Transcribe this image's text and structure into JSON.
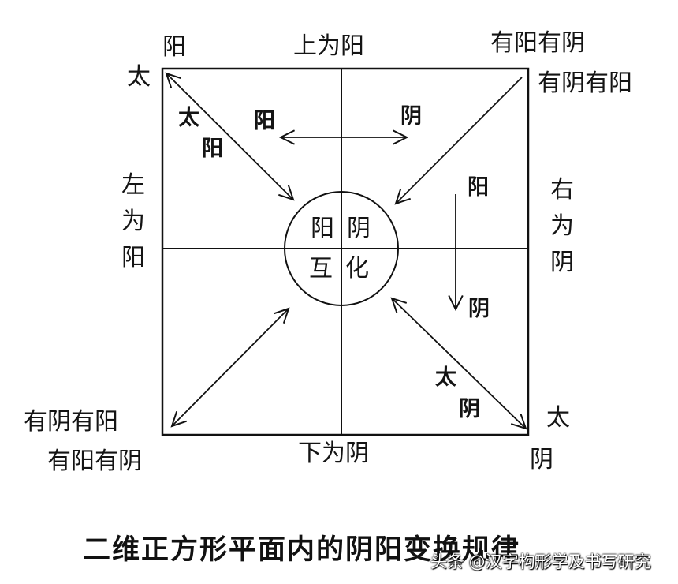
{
  "diagram": {
    "title": "二维正方形平面内的阴阳变换规律",
    "watermark": "头条 @汉字构形学及书写研究",
    "outside_labels": {
      "top": "上为阳",
      "bottom": "下为阴",
      "left": [
        "左",
        "为",
        "阳"
      ],
      "right": [
        "右",
        "为",
        "阴"
      ],
      "top_left_corner": [
        "阳",
        "太"
      ],
      "bottom_right_corner": [
        "太",
        "阴"
      ],
      "top_right_line1": "有阳有阴",
      "top_right_line2": "有阴有阳",
      "bottom_left_line1": "有阴有阳",
      "bottom_left_line2": "有阳有阴"
    },
    "inside_labels": {
      "horizontal_left": "阳",
      "horizontal_right": "阴",
      "vertical_top": "阳",
      "vertical_bottom": "阴",
      "diag_top_left": [
        "太",
        "阳"
      ],
      "diag_bottom_right": [
        "太",
        "阴"
      ]
    },
    "center_circle": {
      "top_left": "阳",
      "top_right": "阴",
      "bottom_left": "互",
      "bottom_right": "化"
    },
    "colors": {
      "line": "#111111",
      "background": "#ffffff"
    }
  }
}
